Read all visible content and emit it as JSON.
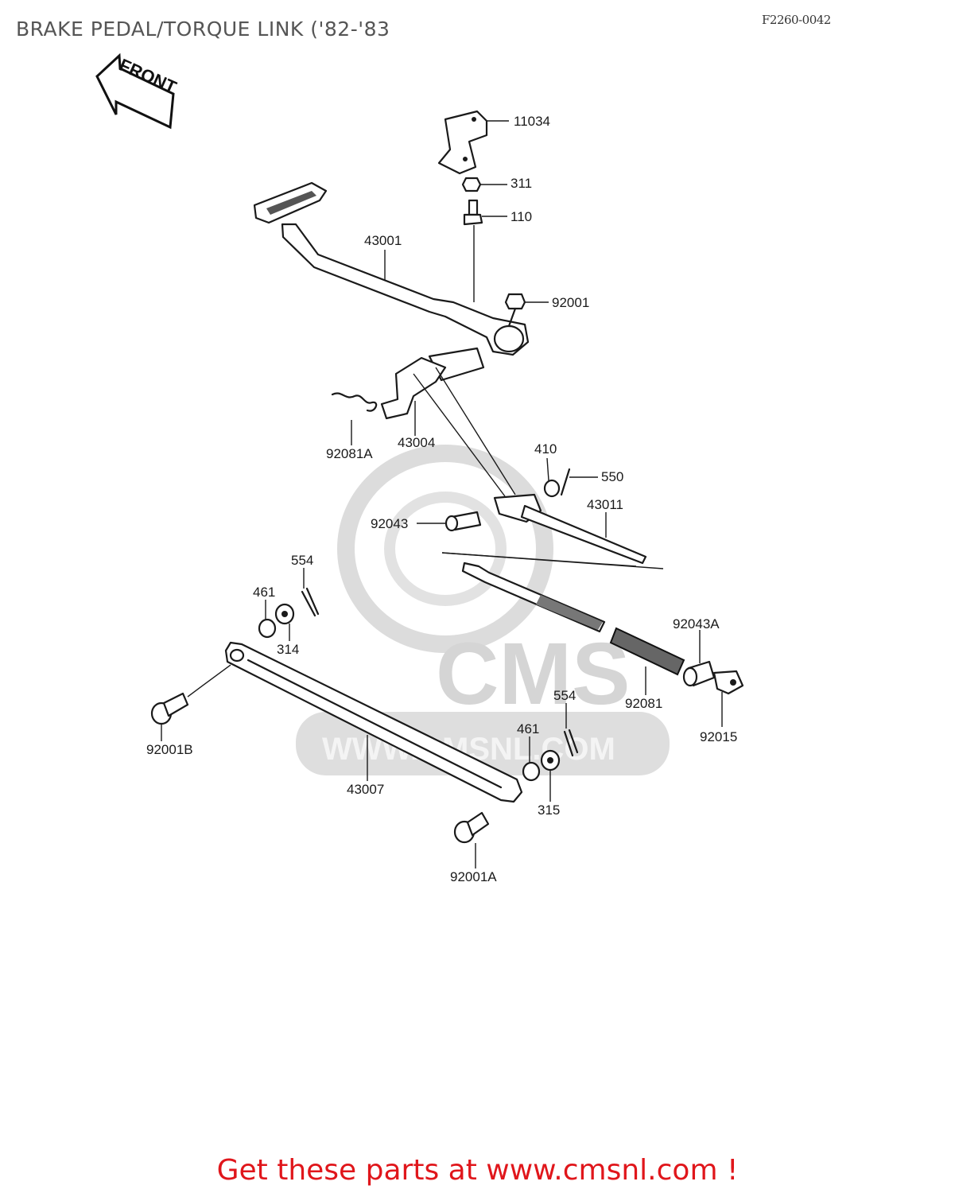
{
  "header": {
    "title": "BRAKE PEDAL/TORQUE LINK ('82-'83",
    "diagram_code": "F2260-0042"
  },
  "front_arrow": {
    "label": "FRONT"
  },
  "watermark": {
    "brand": "CMS",
    "url": "WWW.CMSNL.COM"
  },
  "callouts": [
    "11034",
    "311",
    "110",
    "43001",
    "92001",
    "43004",
    "92081A",
    "410",
    "550",
    "43011",
    "92043",
    "554",
    "461",
    "314",
    "92043A",
    "92081",
    "92015",
    "92001B",
    "43007",
    "554",
    "461",
    "315",
    "92001A"
  ],
  "footer": {
    "text": "Get these parts at www.cmsnl.com !"
  },
  "colors": {
    "footer": "#e0161b",
    "ink": "#1a1a1a",
    "watermark": "#d7d7d7"
  }
}
